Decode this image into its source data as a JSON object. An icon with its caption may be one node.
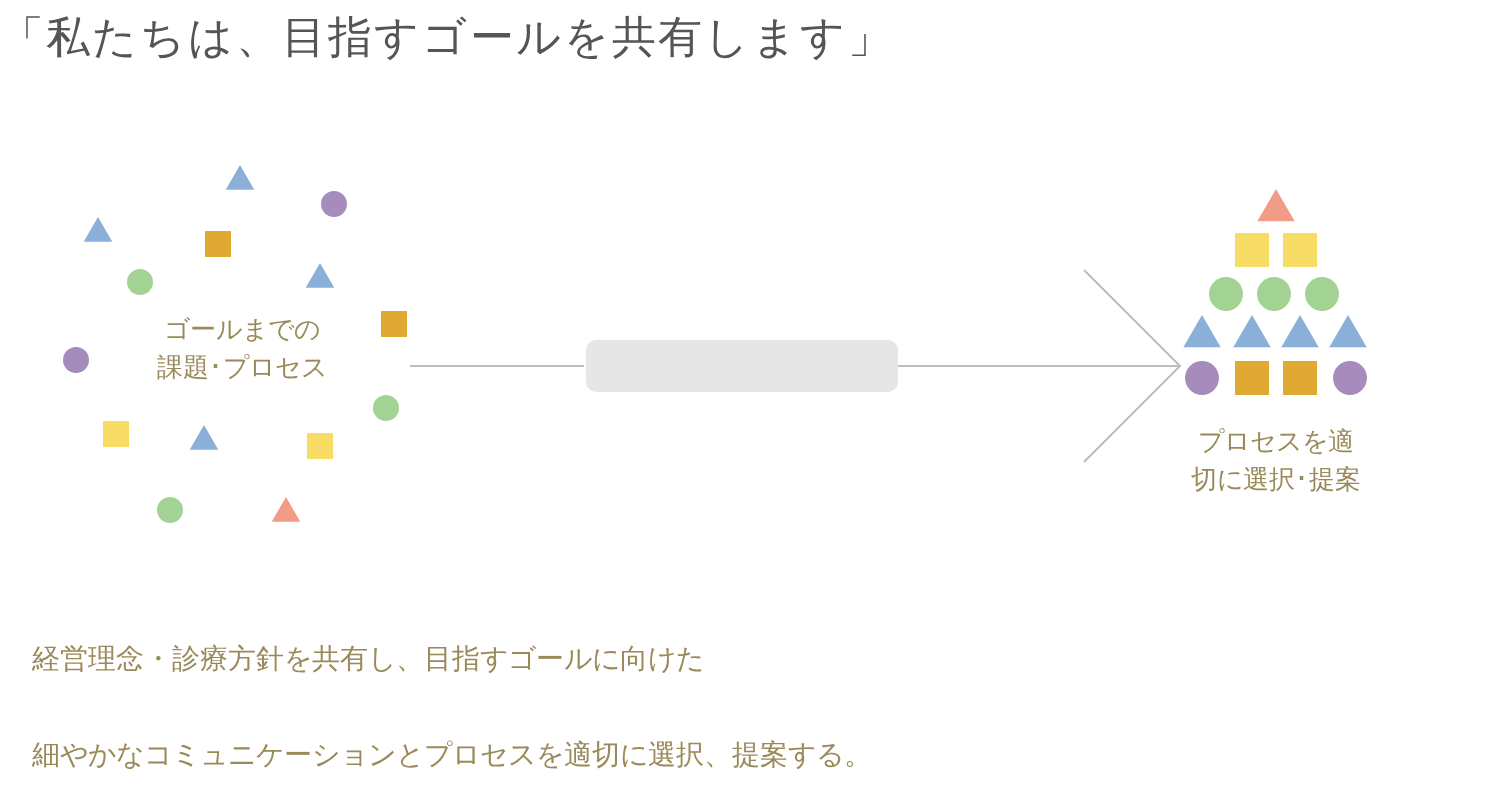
{
  "diagram": {
    "title": "「私たちは、目指すゴールを共有します」",
    "nodes": [
      {
        "text": [
          "ゴールまでの課題･プロセス"
        ]
      },
      {
        "text": [],
        "shape": "box"
      },
      {
        "text": [
          "プロセスを適切に選択･提案"
        ]
      }
    ],
    "edges": [
      {
        "from": 0,
        "to": 1,
        "arrow": "none"
      },
      {
        "from": 1,
        "to": 2,
        "arrow": "to"
      }
    ],
    "labels": [
      "経営理念・診療方針を共有し、目指すゴールに向けた",
      "細やかなコミュニケーションとプロセスを適切に選択、提案する。"
    ]
  }
}
